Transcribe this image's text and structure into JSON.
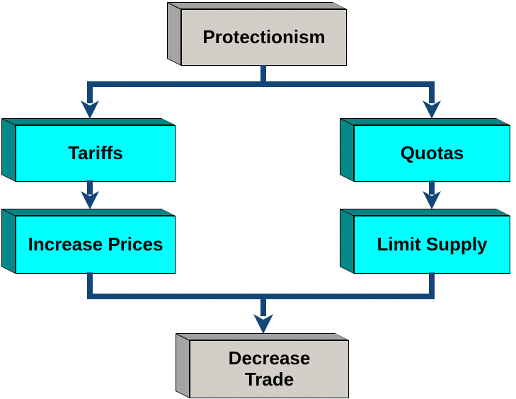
{
  "nodes": {
    "protectionism": {
      "label": "Protectionism"
    },
    "tariffs": {
      "label": "Tariffs"
    },
    "quotas": {
      "label": "Quotas"
    },
    "increase_prices": {
      "label": "Increase Prices"
    },
    "limit_supply": {
      "label": "Limit Supply"
    },
    "decrease_trade": {
      "label": "Decrease Trade"
    }
  },
  "edges": [
    {
      "from": "Protectionism",
      "to": "Tariffs"
    },
    {
      "from": "Protectionism",
      "to": "Quotas"
    },
    {
      "from": "Tariffs",
      "to": "Increase Prices"
    },
    {
      "from": "Quotas",
      "to": "Limit Supply"
    },
    {
      "from": "Increase Prices",
      "to": "Decrease Trade"
    },
    {
      "from": "Limit Supply",
      "to": "Decrease Trade"
    }
  ],
  "colors": {
    "background": "#ffffff",
    "gray_node_face": "#d4d0c8",
    "gray_node_side": "#a0a0a0",
    "cyan_node_face": "#00ffff",
    "cyan_node_side": "#008080",
    "connector": "#0f4274",
    "outline": "#000000",
    "text": "#000000"
  }
}
